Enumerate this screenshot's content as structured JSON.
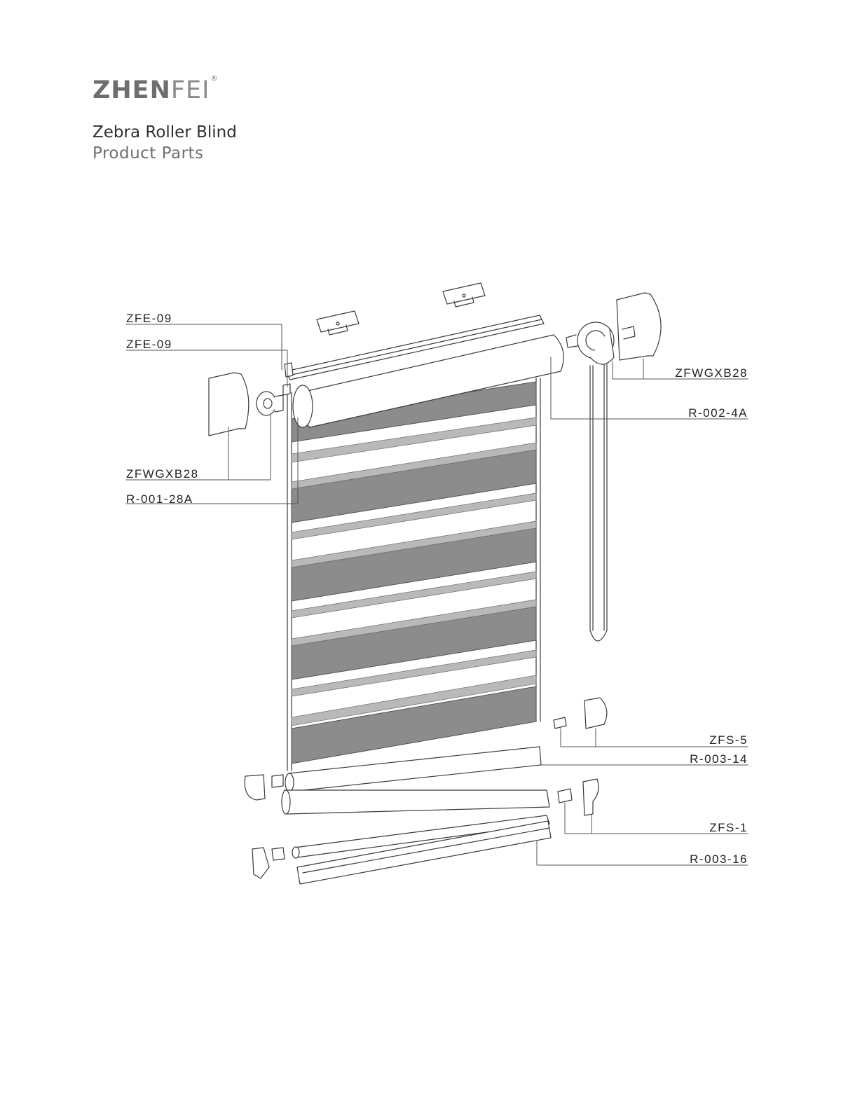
{
  "brand": {
    "name_bold": "ZHEN",
    "name_light": "FEI",
    "registered_mark": "®"
  },
  "header": {
    "title": "Zebra Roller Blind",
    "subtitle": "Product Parts"
  },
  "callouts": {
    "zfe09_top": "ZFE-09",
    "zfe09_bottom": "ZFE-09",
    "zfwgxb28_left": "ZFWGXB28",
    "r00128a": "R-001-28A",
    "zfwgxb28_right": "ZFWGXB28",
    "r0024a": "R-002-4A",
    "zfs5": "ZFS-5",
    "r00314": "R-003-14",
    "zfs1": "ZFS-1",
    "r00316": "R-003-16"
  },
  "colors": {
    "dark_stripe": "#8c8c8c",
    "sheer_stripe": "#ffffff",
    "band_edge": "#a9a9a9",
    "outline": "#3a3a3a"
  }
}
